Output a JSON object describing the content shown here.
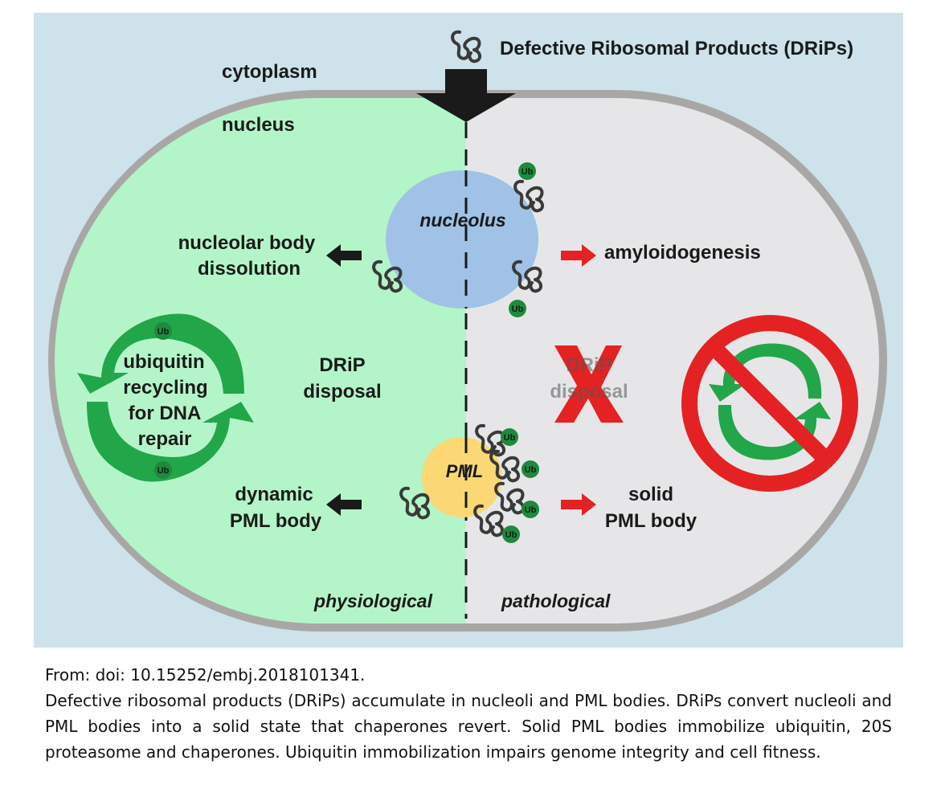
{
  "labels": {
    "drips_title": "Defective Ribosomal Products (DRiPs)",
    "cytoplasm": "cytoplasm",
    "nucleus": "nucleus",
    "nucleolus": "nucleolus",
    "nucleolar_line1": "nucleolar body",
    "nucleolar_line2": "dissolution",
    "amyloidogenesis": "amyloidogenesis",
    "recycling_line1": "ubiquitin",
    "recycling_line2": "recycling",
    "recycling_line3": "for DNA",
    "recycling_line4": "repair",
    "disposal_line1": "DRiP",
    "disposal_line2": "disposal",
    "disposal_faded_line1": "DRiP",
    "disposal_faded_line2": "disposal",
    "pml": "PML",
    "dynamic_line1": "dynamic",
    "dynamic_line2": "PML body",
    "solid_line1": "solid",
    "solid_line2": "PML body",
    "physiological": "physiological",
    "pathological": "pathological",
    "ub": "Ub"
  },
  "colors": {
    "background": "#cde2ea",
    "cell_wall": "#a9a7a6",
    "physiological_fill": "#b3f5c8",
    "pathological_fill": "#e6e6e8",
    "nucleolus": "#9fc2e6",
    "pml": "#fbd874",
    "ub_tag": "#1e8a3f",
    "green_arrow": "#22a64a",
    "red_accent": "#e52223",
    "black_arrow": "#1a1a1a",
    "protein_coil": "#3a3a3a"
  },
  "icons": [
    "protein-coil-icon",
    "ubiquitin-tag-icon",
    "no-symbol-icon",
    "cross-icon"
  ],
  "caption": {
    "source": "From: doi: 10.15252/embj.2018101341.",
    "text": "Defective ribosomal products (DRiPs) accumulate in nucleoli and PML bodies. DRiPs convert nucleoli and PML bodies into a solid state that chaperones revert. Solid PML bodies immobilize ubiquitin, 20S proteasome and chaperones. Ubiquitin immobilization impairs genome integrity and cell fitness."
  }
}
